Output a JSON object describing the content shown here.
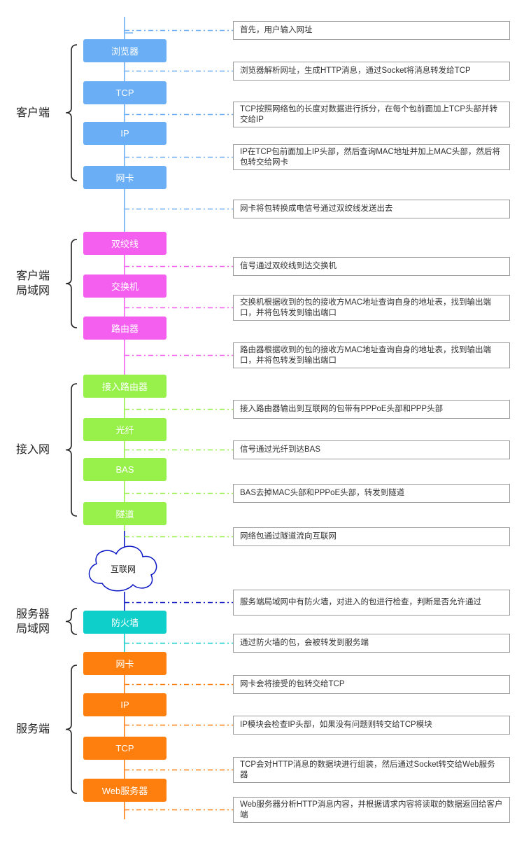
{
  "colors": {
    "client": "#6aaef6",
    "client_lan": "#f55ff0",
    "access": "#97f14a",
    "server_lan_line": "#0a16c4",
    "firewall": "#0fcfca",
    "server": "#ff7f0e",
    "note_border": "#9b9b9b",
    "bracket": "#222222"
  },
  "groups": [
    {
      "id": "client",
      "label": "客户端"
    },
    {
      "id": "client_lan",
      "label": "客户端\n局域网"
    },
    {
      "id": "access",
      "label": "接入网"
    },
    {
      "id": "server_lan",
      "label": "服务器\n局域网"
    },
    {
      "id": "server",
      "label": "服务端"
    }
  ],
  "nodes": [
    {
      "label": "浏览器",
      "group": "client"
    },
    {
      "label": "TCP",
      "group": "client"
    },
    {
      "label": "IP",
      "group": "client"
    },
    {
      "label": "网卡",
      "group": "client"
    },
    {
      "label": "双绞线",
      "group": "client_lan"
    },
    {
      "label": "交换机",
      "group": "client_lan"
    },
    {
      "label": "路由器",
      "group": "client_lan"
    },
    {
      "label": "接入路由器",
      "group": "access"
    },
    {
      "label": "光纤",
      "group": "access"
    },
    {
      "label": "BAS",
      "group": "access"
    },
    {
      "label": "隧道",
      "group": "access"
    },
    {
      "label": "防火墙",
      "group": "server_lan"
    },
    {
      "label": "网卡",
      "group": "server"
    },
    {
      "label": "IP",
      "group": "server"
    },
    {
      "label": "TCP",
      "group": "server"
    },
    {
      "label": "Web服务器",
      "group": "server"
    }
  ],
  "cloud": {
    "label": "互联网"
  },
  "notes": [
    {
      "text": "首先，用户输入网址",
      "color": "client"
    },
    {
      "text": "浏览器解析网址，生成HTTP消息，通过Socket将消息转发给TCP",
      "color": "client"
    },
    {
      "text": "TCP按照网络包的长度对数据进行拆分，在每个包前面加上TCP头部并转交给IP",
      "color": "client"
    },
    {
      "text": "IP在TCP包前面加上IP头部，然后查询MAC地址并加上MAC头部，然后将包转交给网卡",
      "color": "client"
    },
    {
      "text": "网卡将包转换成电信号通过双绞线发送出去",
      "color": "client"
    },
    {
      "text": "信号通过双绞线到达交换机",
      "color": "client_lan"
    },
    {
      "text": "交换机根据收到的包的接收方MAC地址查询自身的地址表，找到输出端口，并将包转发到输出端口",
      "color": "client_lan"
    },
    {
      "text": "路由器根据收到的包的接收方MAC地址查询自身的地址表，找到输出端口，并将包转发到输出端口",
      "color": "client_lan"
    },
    {
      "text": "接入路由器输出到互联网的包带有PPPoE头部和PPP头部",
      "color": "access"
    },
    {
      "text": "信号通过光纤到达BAS",
      "color": "access"
    },
    {
      "text": "BAS去掉MAC头部和PPPoE头部，转发到隧道",
      "color": "access"
    },
    {
      "text": "网络包通过隧道流向互联网",
      "color": "access"
    },
    {
      "text": "服务端局域网中有防火墙，对进入的包进行检查，判断是否允许通过",
      "color": "server_lan_line"
    },
    {
      "text": "通过防火墙的包，会被转发到服务端",
      "color": "firewall"
    },
    {
      "text": "网卡会将接受的包转交给TCP",
      "color": "server"
    },
    {
      "text": "IP模块会检查IP头部，如果没有问题则转交给TCP模块",
      "color": "server"
    },
    {
      "text": "TCP会对HTTP消息的数据块进行组装，然后通过Socket转交给Web服务器",
      "color": "server"
    },
    {
      "text": "Web服务器分析HTTP消息内容，并根据请求内容将读取的数据返回给客户端",
      "color": "server"
    }
  ]
}
